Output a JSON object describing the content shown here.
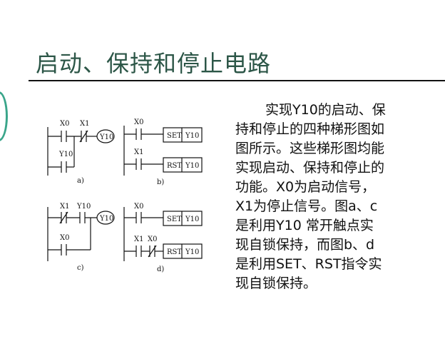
{
  "title": "启动、保持和停止电路",
  "colors": {
    "title": "#2c5647",
    "accent": "#3aa58a"
  },
  "diagrams": {
    "a": {
      "caption": "a)",
      "contact1": "X0",
      "contact2": "X1",
      "coil": "Y10",
      "branch": "Y10"
    },
    "b": {
      "caption": "b)",
      "contact1": "X0",
      "contact2": "X1",
      "set": "SET",
      "set_target": "Y10",
      "rst": "RST",
      "rst_target": "Y10"
    },
    "c": {
      "caption": "c)",
      "contact1": "X1",
      "contact2": "Y10",
      "coil": "Y10",
      "branch": "X0"
    },
    "d": {
      "caption": "d)",
      "contact1": "X0",
      "contact2": "X1",
      "contact3": "X0",
      "set": "SET",
      "set_target": "Y10",
      "rst": "RST",
      "rst_target": "Y10"
    }
  },
  "body_lines": [
    "实现Y10的启动、保",
    "持和停止的四种梯形图如",
    "图所示。这些梯形图均能",
    "实现启动、保持和停止的",
    "功能。X0为启动信号，",
    "X1为停止信号。图a、c",
    "是利用Y10 常开触点实",
    "现自锁保持，而图b、d",
    "是利用SET、RST指令实",
    "现自锁保持。"
  ]
}
